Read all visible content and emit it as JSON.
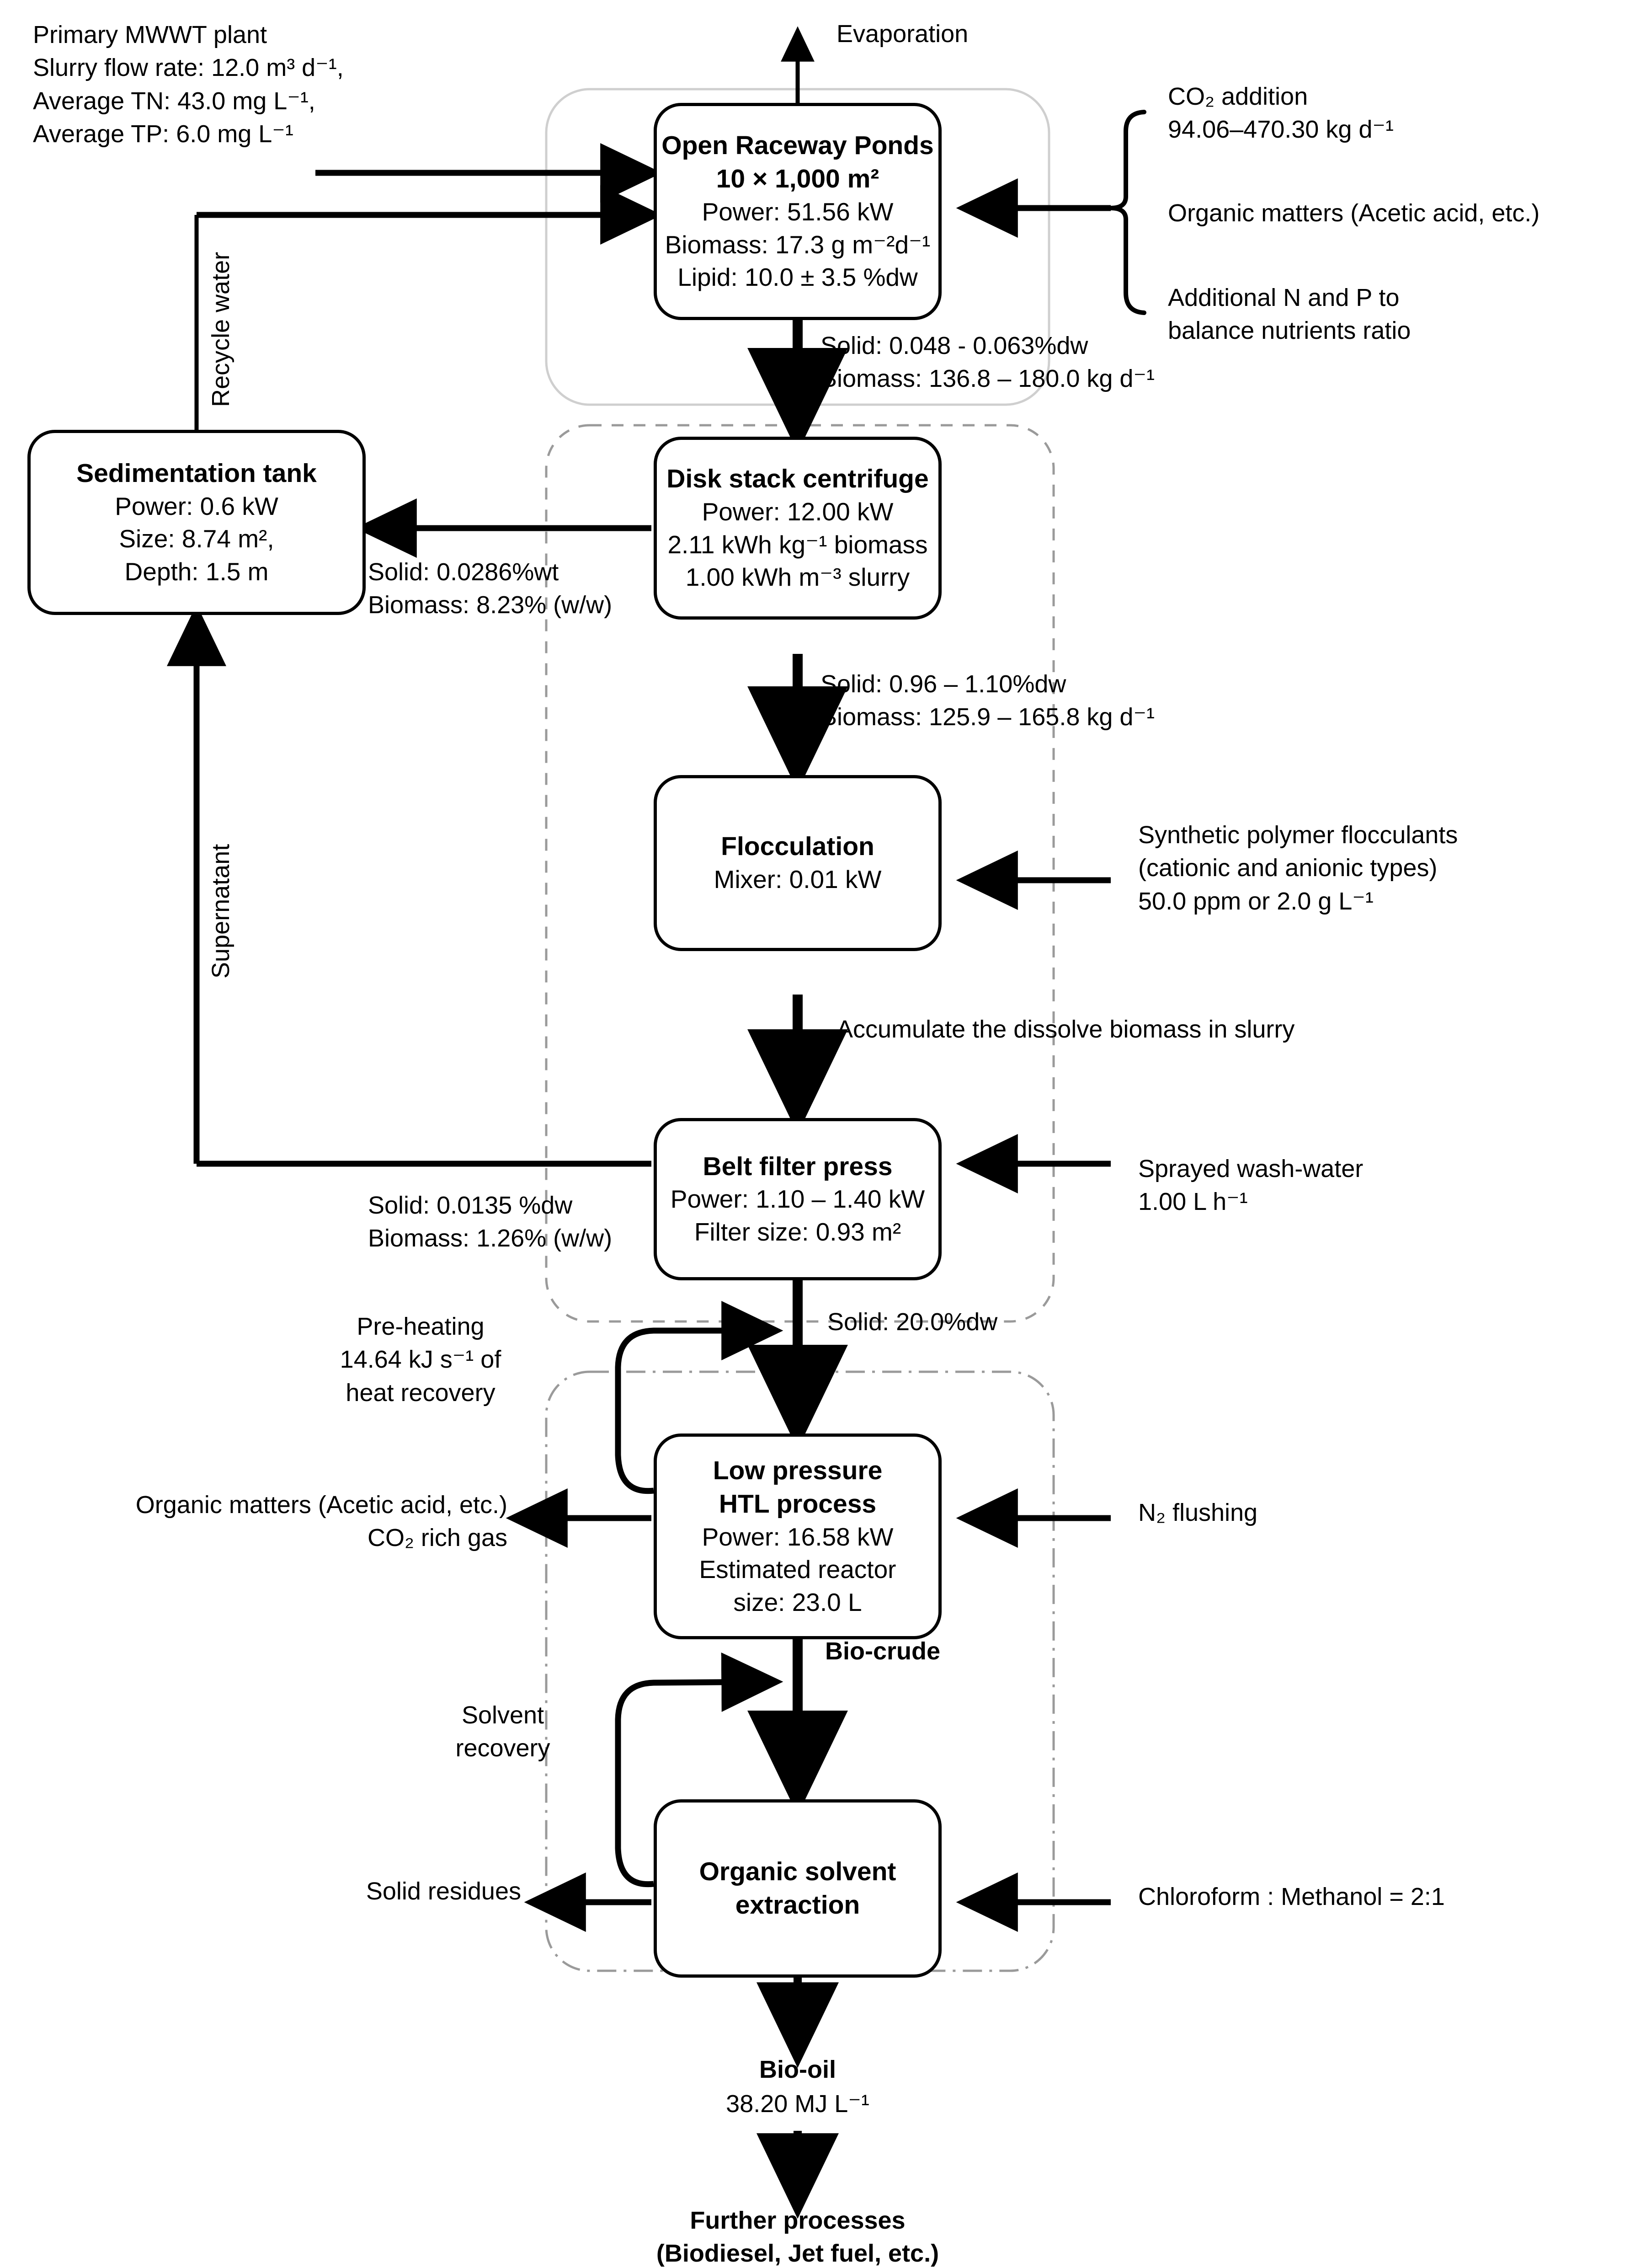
{
  "diagram": {
    "title": "Microalgae-based wastewater treatment to bio-oil process flow diagram",
    "colors": {
      "line": "#000000",
      "boundary_solid": "#c9c9c9",
      "boundary_dashed": "#9a9a9a",
      "background": "#ffffff"
    }
  },
  "inputs": {
    "feedstock": "Primary MWWT plant\nSlurry flow rate: 12.0 m³ d⁻¹,\nAverage TN: 43.0 mg L⁻¹,\nAverage TP: 6.0 mg L⁻¹",
    "co2": "CO₂ addition\n94.06–470.30 kg d⁻¹",
    "organic_matters": "Organic matters (Acetic acid, etc.)",
    "nutrients": "Additional N and P to\nbalance nutrients ratio",
    "flocculants": "Synthetic polymer flocculants\n(cationic and anionic types)\n50.0 ppm or 2.0 g L⁻¹",
    "wash_water": "Sprayed wash-water\n1.00 L h⁻¹",
    "n2_flushing": "N₂ flushing",
    "solvent_ratio": "Chloroform : Methanol = 2:1"
  },
  "nodes": {
    "orp": {
      "title_1": "Open Raceway Ponds",
      "title_2": "10 × 1,000 m²",
      "line_1": "Power: 51.56 kW",
      "line_2": "Biomass: 17.3 g m⁻²d⁻¹",
      "line_3": "Lipid: 10.0 ± 3.5 %dw"
    },
    "sedimentation": {
      "title": "Sedimentation tank",
      "line_1": "Power: 0.6 kW",
      "line_2": "Size: 8.74 m²,",
      "line_3": "Depth: 1.5 m"
    },
    "centrifuge": {
      "title": "Disk stack centrifuge",
      "line_1": "Power: 12.00 kW",
      "line_2": "2.11 kWh kg⁻¹ biomass",
      "line_3": "1.00 kWh m⁻³ slurry"
    },
    "flocculation": {
      "title": "Flocculation",
      "line_1": "Mixer: 0.01 kW"
    },
    "belt_press": {
      "title": "Belt filter press",
      "line_1": "Power: 1.10 – 1.40 kW",
      "line_2": "Filter size: 0.93 m²"
    },
    "htl": {
      "title_1": "Low pressure",
      "title_2": "HTL process",
      "line_1": "Power: 16.58 kW",
      "line_2": "Estimated reactor",
      "line_3": "size: 23.0 L"
    },
    "extraction": {
      "title_1": "Organic solvent",
      "title_2": "extraction"
    }
  },
  "streams": {
    "evaporation": "Evaporation",
    "orp_to_centrifuge": "Solid: 0.048 - 0.063%dw\nBiomass: 136.8 – 180.0 kg d⁻¹",
    "centrifuge_to_sedimentation": "Solid: 0.0286%wt\nBiomass: 8.23% (w/w)",
    "centrifuge_to_flocculation": "Solid: 0.96 – 1.10%dw\nBiomass: 125.9 – 165.8 kg d⁻¹",
    "flocculation_to_belt": "Accumulate the dissolve biomass in slurry",
    "belt_to_sedimentation": "Solid: 0.0135 %dw\nBiomass: 1.26% (w/w)",
    "belt_to_htl": "Solid: 20.0%dw",
    "recycle_water": "Recycle water",
    "supernatant": "Supernatant",
    "preheating": "Pre-heating\n14.64 kJ s⁻¹ of\nheat recovery",
    "htl_offgas": "Organic matters (Acetic acid, etc.)\nCO₂ rich gas",
    "bio_crude": "Bio-crude",
    "solvent_recovery": "Solvent\nrecovery",
    "solid_residues": "Solid residues",
    "bio_oil": "Bio-oil",
    "bio_oil_value": "38.20 MJ L⁻¹",
    "further": "Further processes\n(Biodiesel, Jet fuel, etc.)"
  }
}
